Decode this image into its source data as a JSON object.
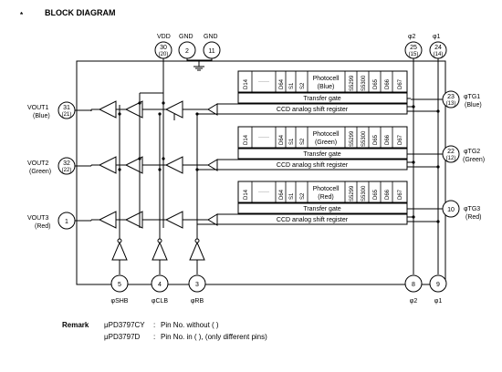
{
  "header": {
    "bullet": "*",
    "title": "BLOCK DIAGRAM"
  },
  "top_pins": [
    {
      "name": "VDD",
      "num": "30",
      "alt": "(20)"
    },
    {
      "name": "GND",
      "num": "2",
      "alt": ""
    },
    {
      "name": "GND",
      "num": "11",
      "alt": ""
    },
    {
      "name": "φ2",
      "num": "25",
      "alt": "(15)"
    },
    {
      "name": "φ1",
      "num": "24",
      "alt": "(14)"
    }
  ],
  "left_pins": [
    {
      "name": "VOUT1",
      "color": "(Blue)",
      "num": "31",
      "alt": "(21)"
    },
    {
      "name": "VOUT2",
      "color": "(Green)",
      "num": "32",
      "alt": "(22)"
    },
    {
      "name": "VOUT3",
      "color": "(Red)",
      "num": "1",
      "alt": ""
    }
  ],
  "right_pins": [
    {
      "name": "φTG1",
      "color": "(Blue)",
      "num": "23",
      "alt": "(13)"
    },
    {
      "name": "φTG2",
      "color": "(Green)",
      "num": "22",
      "alt": "(12)"
    },
    {
      "name": "φTG3",
      "color": "(Red)",
      "num": "10",
      "alt": ""
    }
  ],
  "bottom_pins": [
    {
      "name": "φSHB",
      "num": "5"
    },
    {
      "name": "φCLB",
      "num": "4"
    },
    {
      "name": "φRB",
      "num": "3"
    },
    {
      "name": "φ2",
      "num": "8"
    },
    {
      "name": "φ1",
      "num": "9"
    }
  ],
  "cells": {
    "left": [
      "D14",
      "D64",
      "S1",
      "S2"
    ],
    "dots": "······",
    "right": [
      "S5299",
      "S5300",
      "D65",
      "D66",
      "D67"
    ]
  },
  "channels": [
    {
      "photocell": "Photocell",
      "color": "(Blue)",
      "transfer": "Transfer gate",
      "register": "CCD analog shift  register"
    },
    {
      "photocell": "Photocell",
      "color": "(Green)",
      "transfer": "Transfer gate",
      "register": "CCD analog shift  register"
    },
    {
      "photocell": "Photocell",
      "color": "(Red)",
      "transfer": "Transfer gate",
      "register": "CCD analog shift  register"
    }
  ],
  "remark": {
    "label": "Remark",
    "lines": [
      {
        "part": "μPD3797CY",
        "colon": ":",
        "text": "Pin No. without ( )"
      },
      {
        "part": "μPD3797D",
        "colon": ":",
        "text": "Pin No. in ( ), (only different pins)"
      }
    ]
  }
}
